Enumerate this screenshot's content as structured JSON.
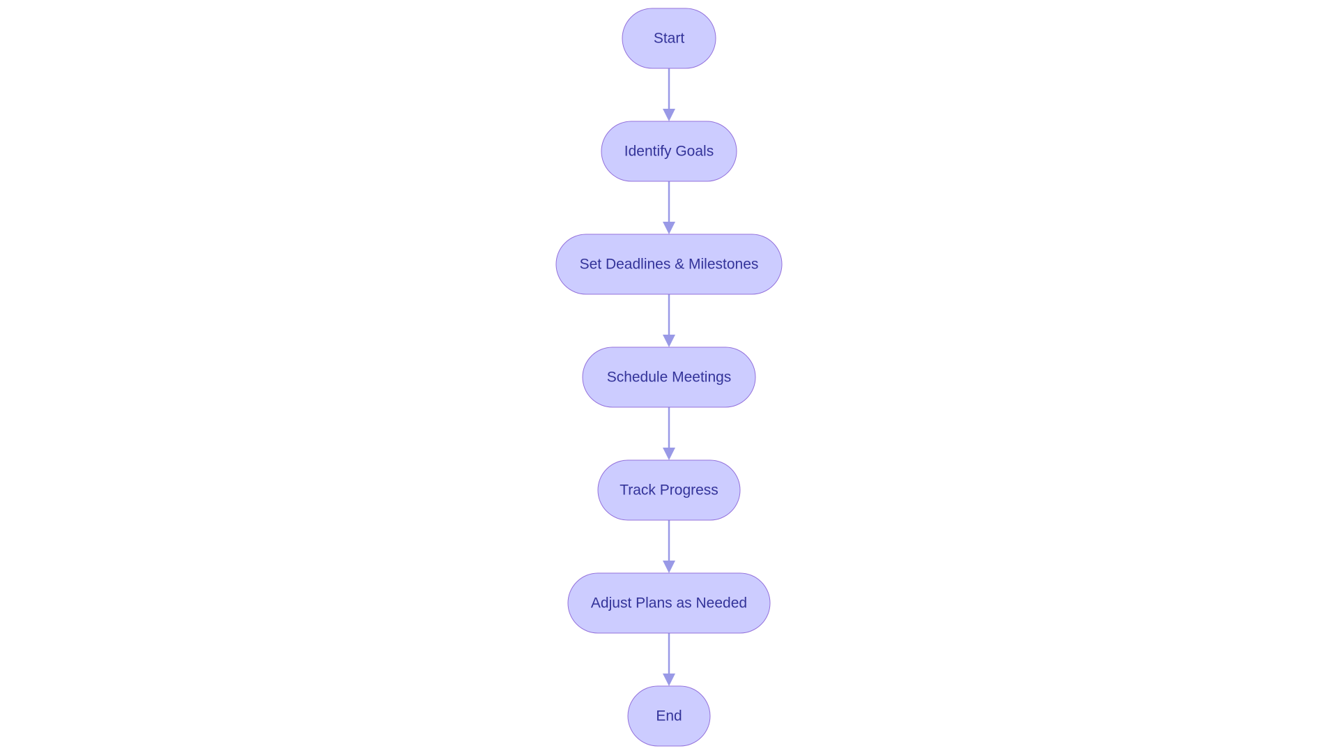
{
  "flowchart": {
    "nodes": [
      {
        "id": "start",
        "label": "Start"
      },
      {
        "id": "identify-goals",
        "label": "Identify Goals"
      },
      {
        "id": "set-deadlines",
        "label": "Set Deadlines & Milestones"
      },
      {
        "id": "schedule-meetings",
        "label": "Schedule Meetings"
      },
      {
        "id": "track-progress",
        "label": "Track Progress"
      },
      {
        "id": "adjust-plans",
        "label": "Adjust Plans as Needed"
      },
      {
        "id": "end",
        "label": "End"
      }
    ],
    "edges": [
      {
        "from": "start",
        "to": "identify-goals"
      },
      {
        "from": "identify-goals",
        "to": "set-deadlines"
      },
      {
        "from": "set-deadlines",
        "to": "schedule-meetings"
      },
      {
        "from": "schedule-meetings",
        "to": "track-progress"
      },
      {
        "from": "track-progress",
        "to": "adjust-plans"
      },
      {
        "from": "adjust-plans",
        "to": "end"
      }
    ]
  },
  "colors": {
    "node_fill": "#ccccff",
    "node_stroke": "#9370db",
    "node_text": "#333399",
    "edge": "#9999e6",
    "background": "#ffffff"
  }
}
